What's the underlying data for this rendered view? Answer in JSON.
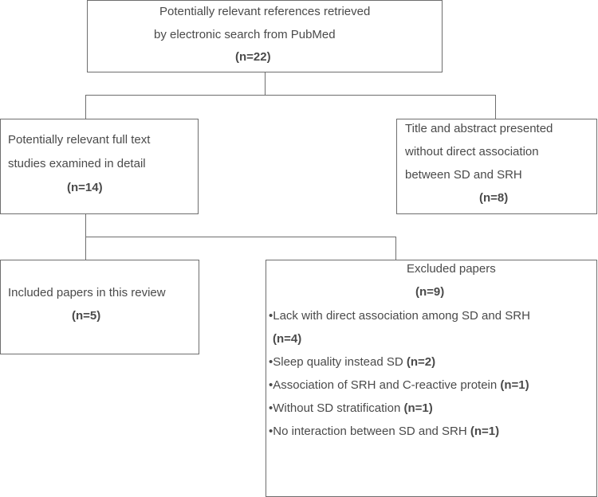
{
  "top": {
    "line1": "Potentially relevant references retrieved",
    "line2": "by electronic search from PubMed",
    "count": "(n=22)"
  },
  "fulltext": {
    "line1": "Potentially relevant full text",
    "line2": "studies examined in detail",
    "count": "(n=14)"
  },
  "excluded_abstract": {
    "line1": "Title and abstract presented",
    "line2": "without direct association",
    "line3": "between SD and SRH",
    "count": "(n=8)"
  },
  "included": {
    "line1": "Included papers in this review",
    "count": "(n=5)"
  },
  "excluded": {
    "title": "Excluded papers",
    "count": "(n=9)",
    "items": [
      {
        "text": "•Lack with direct association among SD and SRH",
        "count": "(n=4)"
      },
      {
        "text": "•Sleep quality instead SD ",
        "count": "(n=2)"
      },
      {
        "text": "•Association of SRH and C-reactive protein ",
        "count": "(n=1)"
      },
      {
        "text": "•Without SD stratification ",
        "count": "(n=1)"
      },
      {
        "text": "•No interaction between SD and SRH ",
        "count": "(n=1)"
      }
    ]
  }
}
